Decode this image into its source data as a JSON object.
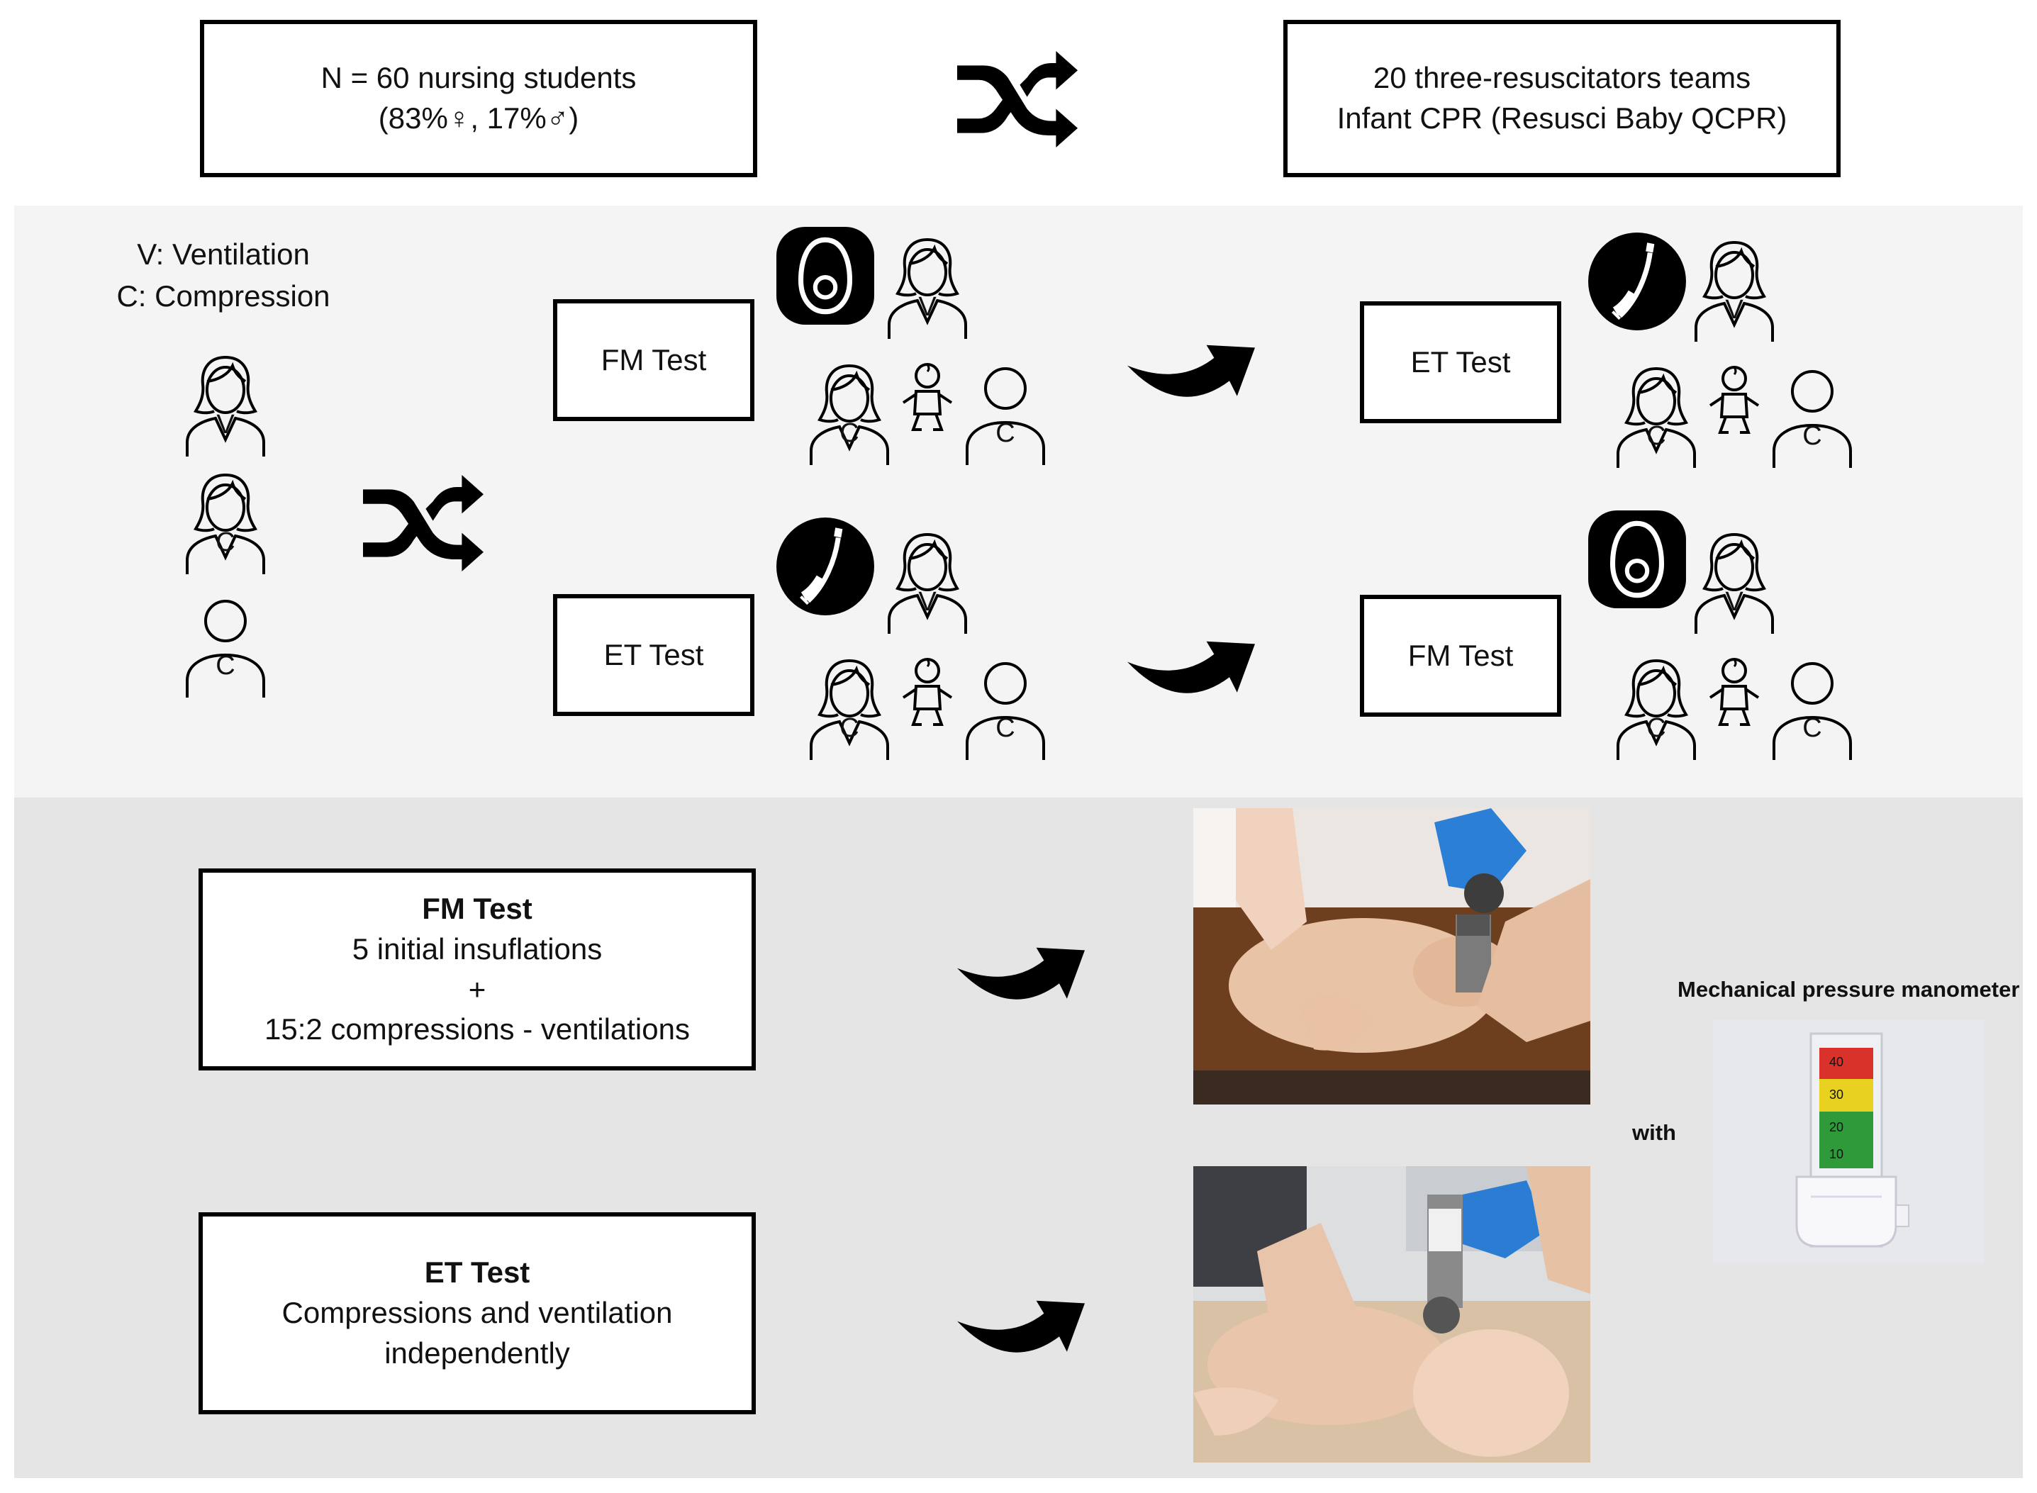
{
  "header": {
    "left_line1": "N = 60 nursing students",
    "left_line2": "(83%♀, 17%♂)",
    "right_line1": "20 three-resuscitators teams",
    "right_line2": "Infant CPR (Resusci Baby QCPR)"
  },
  "legend": {
    "v": "V: Ventilation",
    "c": "C: Compression"
  },
  "role_letters": {
    "v": "V",
    "c": "C"
  },
  "crossover": {
    "row1_first": "FM Test",
    "row1_second": "ET Test",
    "row2_first": "ET Test",
    "row2_second": "FM Test"
  },
  "fm_box": {
    "title": "FM Test",
    "line1": "5 initial insuflations",
    "line2": "+",
    "line3": "15:2 compressions - ventilations"
  },
  "et_box": {
    "title": "ET Test",
    "line1": "Compressions and ventilation",
    "line2": "independently"
  },
  "manometer_label": "Mechanical pressure manometer",
  "with_label": "with",
  "manometer_scale": [
    "40",
    "30",
    "20",
    "10"
  ],
  "colors": {
    "band_light": "#f4f4f4",
    "band_dark": "#e5e5e5",
    "icon": "#000000",
    "manometer_red": "#d8322a",
    "manometer_yellow": "#e8d21f",
    "manometer_green": "#2f9a3a"
  }
}
